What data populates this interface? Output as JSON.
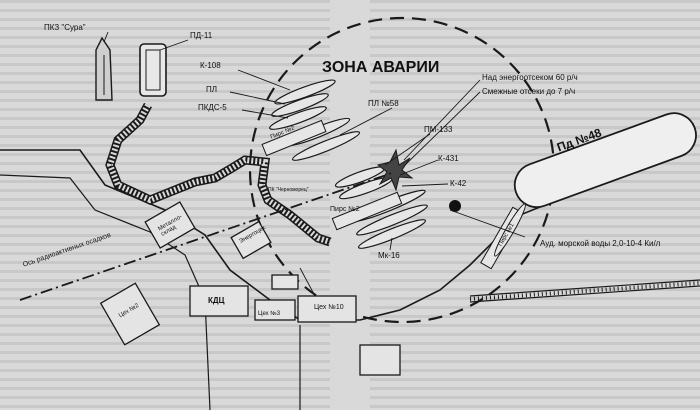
{
  "title": "ЗОНА АВАРИИ",
  "labels": {
    "pkz_sura": "ПКЗ \"Сура\"",
    "pd11": "ПД-11",
    "k108": "К-108",
    "pl": "ПЛ",
    "pkds5": "ПКДС-5",
    "pl58": "ПЛ №58",
    "pm133": "ПМ-133",
    "k431": "К-431",
    "k42": "К-42",
    "pd48": "Пд №48",
    "radiation_1": "Над энергоотсеком 60 р/ч",
    "radiation_2": "Смежные отсеки до 7 р/ч",
    "activity": "Ауд. морской воды 2,0-10-4 Ки/л",
    "mk16": "Мк-16",
    "pier2_a": "Пирс №2",
    "pier2_b": "Пирс №2",
    "pier1": "Пирс №1",
    "pk_chernomorets": "ПК \"Черноморец\"",
    "axis": "Ось радиоактивных осадков",
    "metal": "Металло-склад",
    "kdts": "КДЦ",
    "tseh2": "Цех №2",
    "tseh3": "Цех №3",
    "tseh10": "Цех №10",
    "energo": "Энергоцех"
  },
  "colors": {
    "ink": "#1a1a1a",
    "paper": "#d9d9d9",
    "outline": "#2b2b2b"
  }
}
